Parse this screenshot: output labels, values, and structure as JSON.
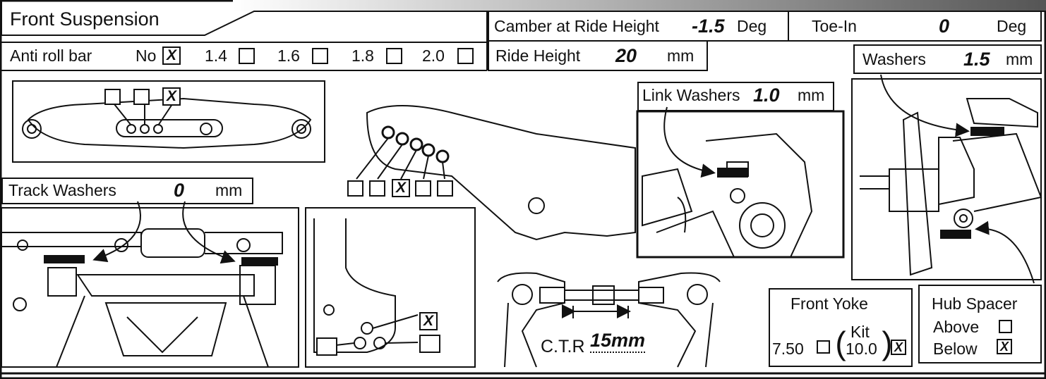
{
  "title": "Front Suspension",
  "anti_roll_bar": {
    "label": "Anti roll bar",
    "options": [
      "No",
      "1.4",
      "1.6",
      "1.8",
      "2.0"
    ],
    "selected": "No"
  },
  "camber": {
    "label": "Camber at Ride Height",
    "value": "-1.5",
    "unit": "Deg"
  },
  "toe_in": {
    "label": "Toe-In",
    "value": "0",
    "unit": "Deg"
  },
  "ride_height": {
    "label": "Ride Height",
    "value": "20",
    "unit": "mm"
  },
  "washers": {
    "label": "Washers",
    "value": "1.5",
    "unit": "mm"
  },
  "link_washers": {
    "label": "Link Washers",
    "value": "1.0",
    "unit": "mm"
  },
  "track_washers": {
    "label": "Track Washers",
    "value": "0",
    "unit": "mm"
  },
  "ctr": {
    "label": "C.T.R",
    "value": "15mm"
  },
  "front_yoke": {
    "label": "Front Yoke",
    "option_a": "7.50",
    "kit_label": "Kit",
    "option_b": "10.0",
    "selected": "10.0"
  },
  "hub_spacer": {
    "label": "Hub Spacer",
    "above": "Above",
    "below": "Below",
    "selected": "Below"
  },
  "mark": "X",
  "colors": {
    "ink": "#111111",
    "washer": "#111111",
    "paper": "#ffffff"
  }
}
